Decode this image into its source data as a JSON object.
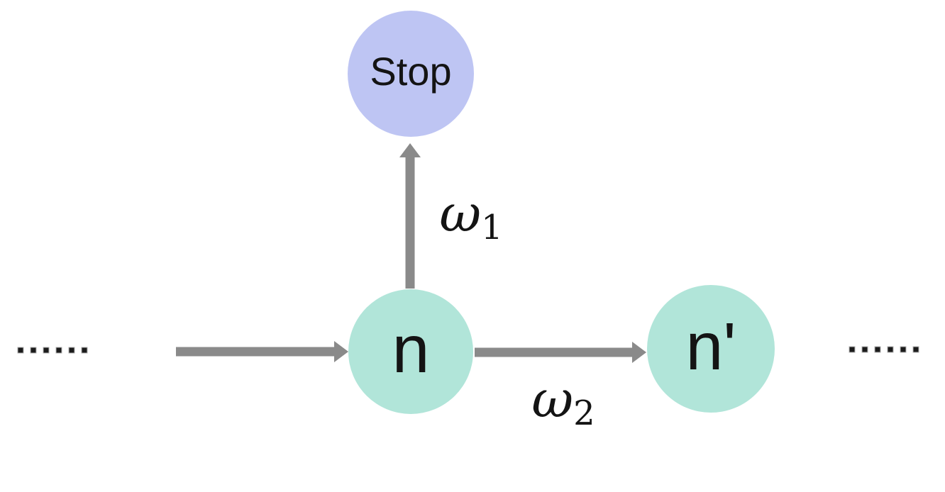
{
  "diagram": {
    "nodes": [
      {
        "id": "stop",
        "label": "Stop"
      },
      {
        "id": "n",
        "label": "n"
      },
      {
        "id": "n-prime",
        "label": "n'"
      }
    ],
    "edges": [
      {
        "id": "incoming",
        "from": "previous",
        "to": "n",
        "label": ""
      },
      {
        "id": "n-to-stop",
        "from": "n",
        "to": "stop",
        "label": "ω1",
        "label_base": "ω",
        "label_sub": "1"
      },
      {
        "id": "n-to-n-prime",
        "from": "n",
        "to": "n-prime",
        "label": "ω2",
        "label_base": "ω",
        "label_sub": "2"
      }
    ],
    "ellipsis": {
      "left": "……",
      "right": "……"
    },
    "colors": {
      "bg": "#ffffff",
      "stop_fill": "#bec5f3",
      "node_fill": "#b1e5d9",
      "arrow": "#8a8a8a",
      "text": "#141414",
      "dot": "#1b1b1b",
      "dot_edge": "#b3b3b3"
    }
  }
}
